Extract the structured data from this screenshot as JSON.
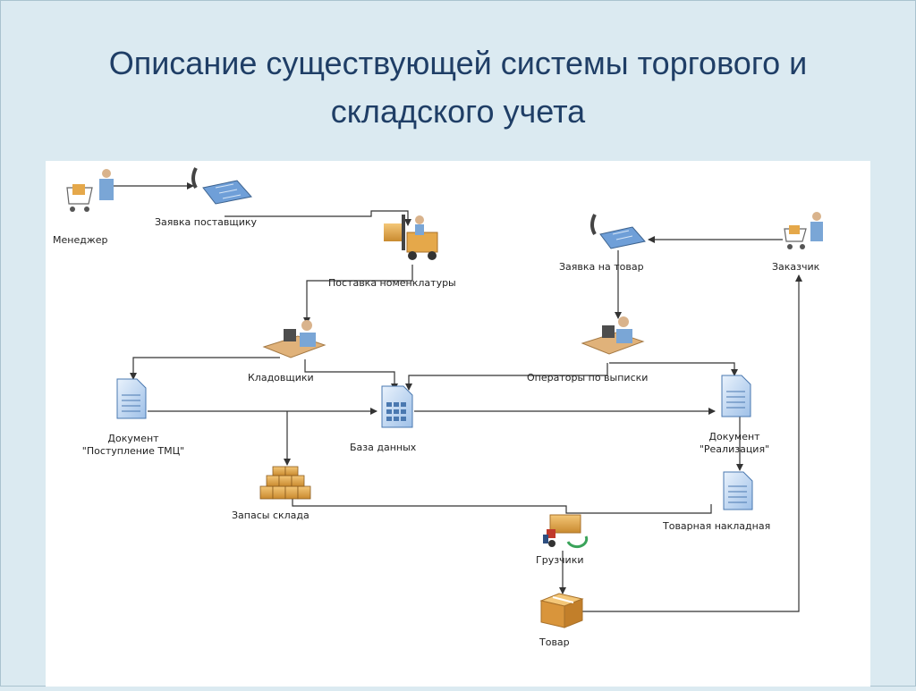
{
  "title": {
    "line1": "Описание существующей системы торгового и",
    "line2": "складского учета"
  },
  "nodes": {
    "manager": {
      "label": "Менеджер",
      "icon": "person-with-cart-icon"
    },
    "supplier_request": {
      "label": "Заявка поставщику",
      "icon": "phone-fax-icon"
    },
    "supply": {
      "label": "Поставка номенклатуры",
      "icon": "forklift-icon"
    },
    "storekeepers": {
      "label": "Кладовщики",
      "icon": "person-at-desk-icon"
    },
    "goods_request": {
      "label": "Заявка на товар",
      "icon": "phone-fax-icon"
    },
    "customer": {
      "label": "Заказчик",
      "icon": "person-with-cart-icon"
    },
    "operators": {
      "label": "Операторы по выписки",
      "icon": "person-at-desk-icon"
    },
    "doc_receipt": {
      "label_line1": "Документ",
      "label_line2": "\"Поступление ТМЦ\"",
      "icon": "document-icon"
    },
    "database": {
      "label": "База данных",
      "icon": "database-document-icon"
    },
    "doc_sale": {
      "label_line1": "Документ",
      "label_line2": "\"Реализация\"",
      "icon": "document-icon"
    },
    "stock": {
      "label": "Запасы склада",
      "icon": "stacked-boxes-icon"
    },
    "invoice": {
      "label": "Товарная накладная",
      "icon": "document-icon"
    },
    "loaders": {
      "label": "Грузчики",
      "icon": "loader-truck-icon"
    },
    "goods": {
      "label": "Товар",
      "icon": "box-icon"
    }
  },
  "colors": {
    "background": "#dbeaf1",
    "title": "#1f3e66",
    "panel": "#ffffff",
    "connector": "#333333",
    "document": "#6f9fd8",
    "box": "#e5a84a",
    "person": "#7aa6d6"
  }
}
